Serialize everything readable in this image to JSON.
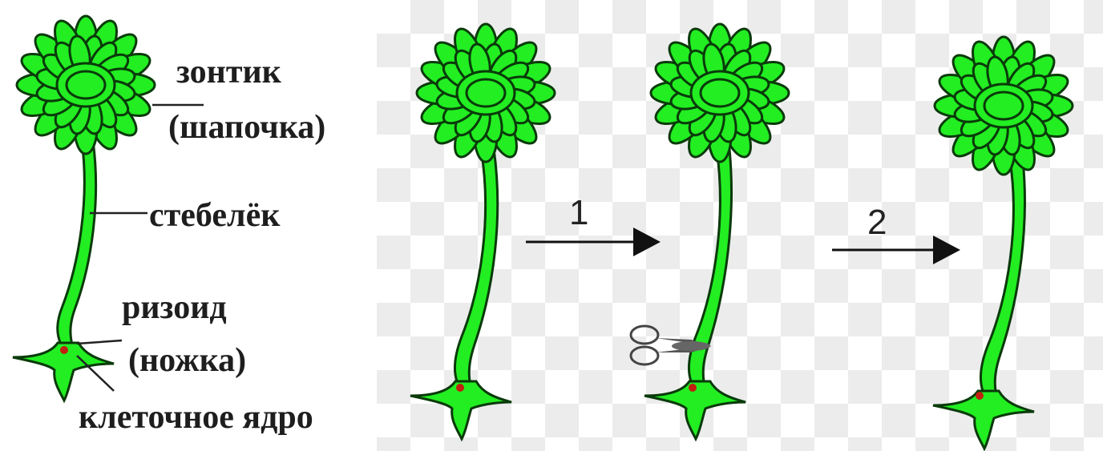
{
  "labels": {
    "cap": "зонтик",
    "cap_alt": "(шапочка)",
    "stalk": "стебелёк",
    "rhizoid": "ризоид",
    "rhizoid_alt": "(ножка)",
    "nucleus": "клеточное ядро"
  },
  "steps": {
    "step1": "1",
    "step2": "2"
  },
  "colors": {
    "plant_fill": "#22ee22",
    "outline": "#0a3a0a",
    "nucleus": "#c02010",
    "arrow": "#111111"
  }
}
